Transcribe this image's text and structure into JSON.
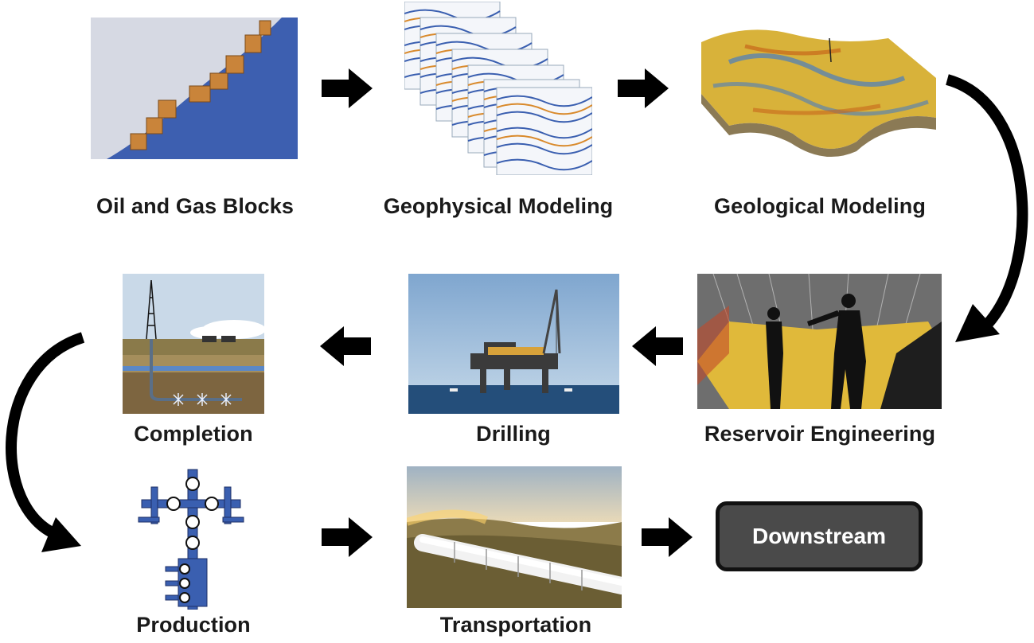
{
  "stages": {
    "oil_gas_blocks": "Oil and Gas Blocks",
    "geophysical_modeling": "Geophysical Modeling",
    "geological_modeling": "Geological Modeling",
    "reservoir_engineering": "Reservoir Engineering",
    "drilling": "Drilling",
    "completion": "Completion",
    "production": "Production",
    "transportation": "Transportation",
    "downstream": "Downstream"
  },
  "colors": {
    "arrow": "#000000",
    "downstream_box": "#4a4a4a",
    "map_blue": "#3d5fb0",
    "block_orange": "#c9843a"
  }
}
